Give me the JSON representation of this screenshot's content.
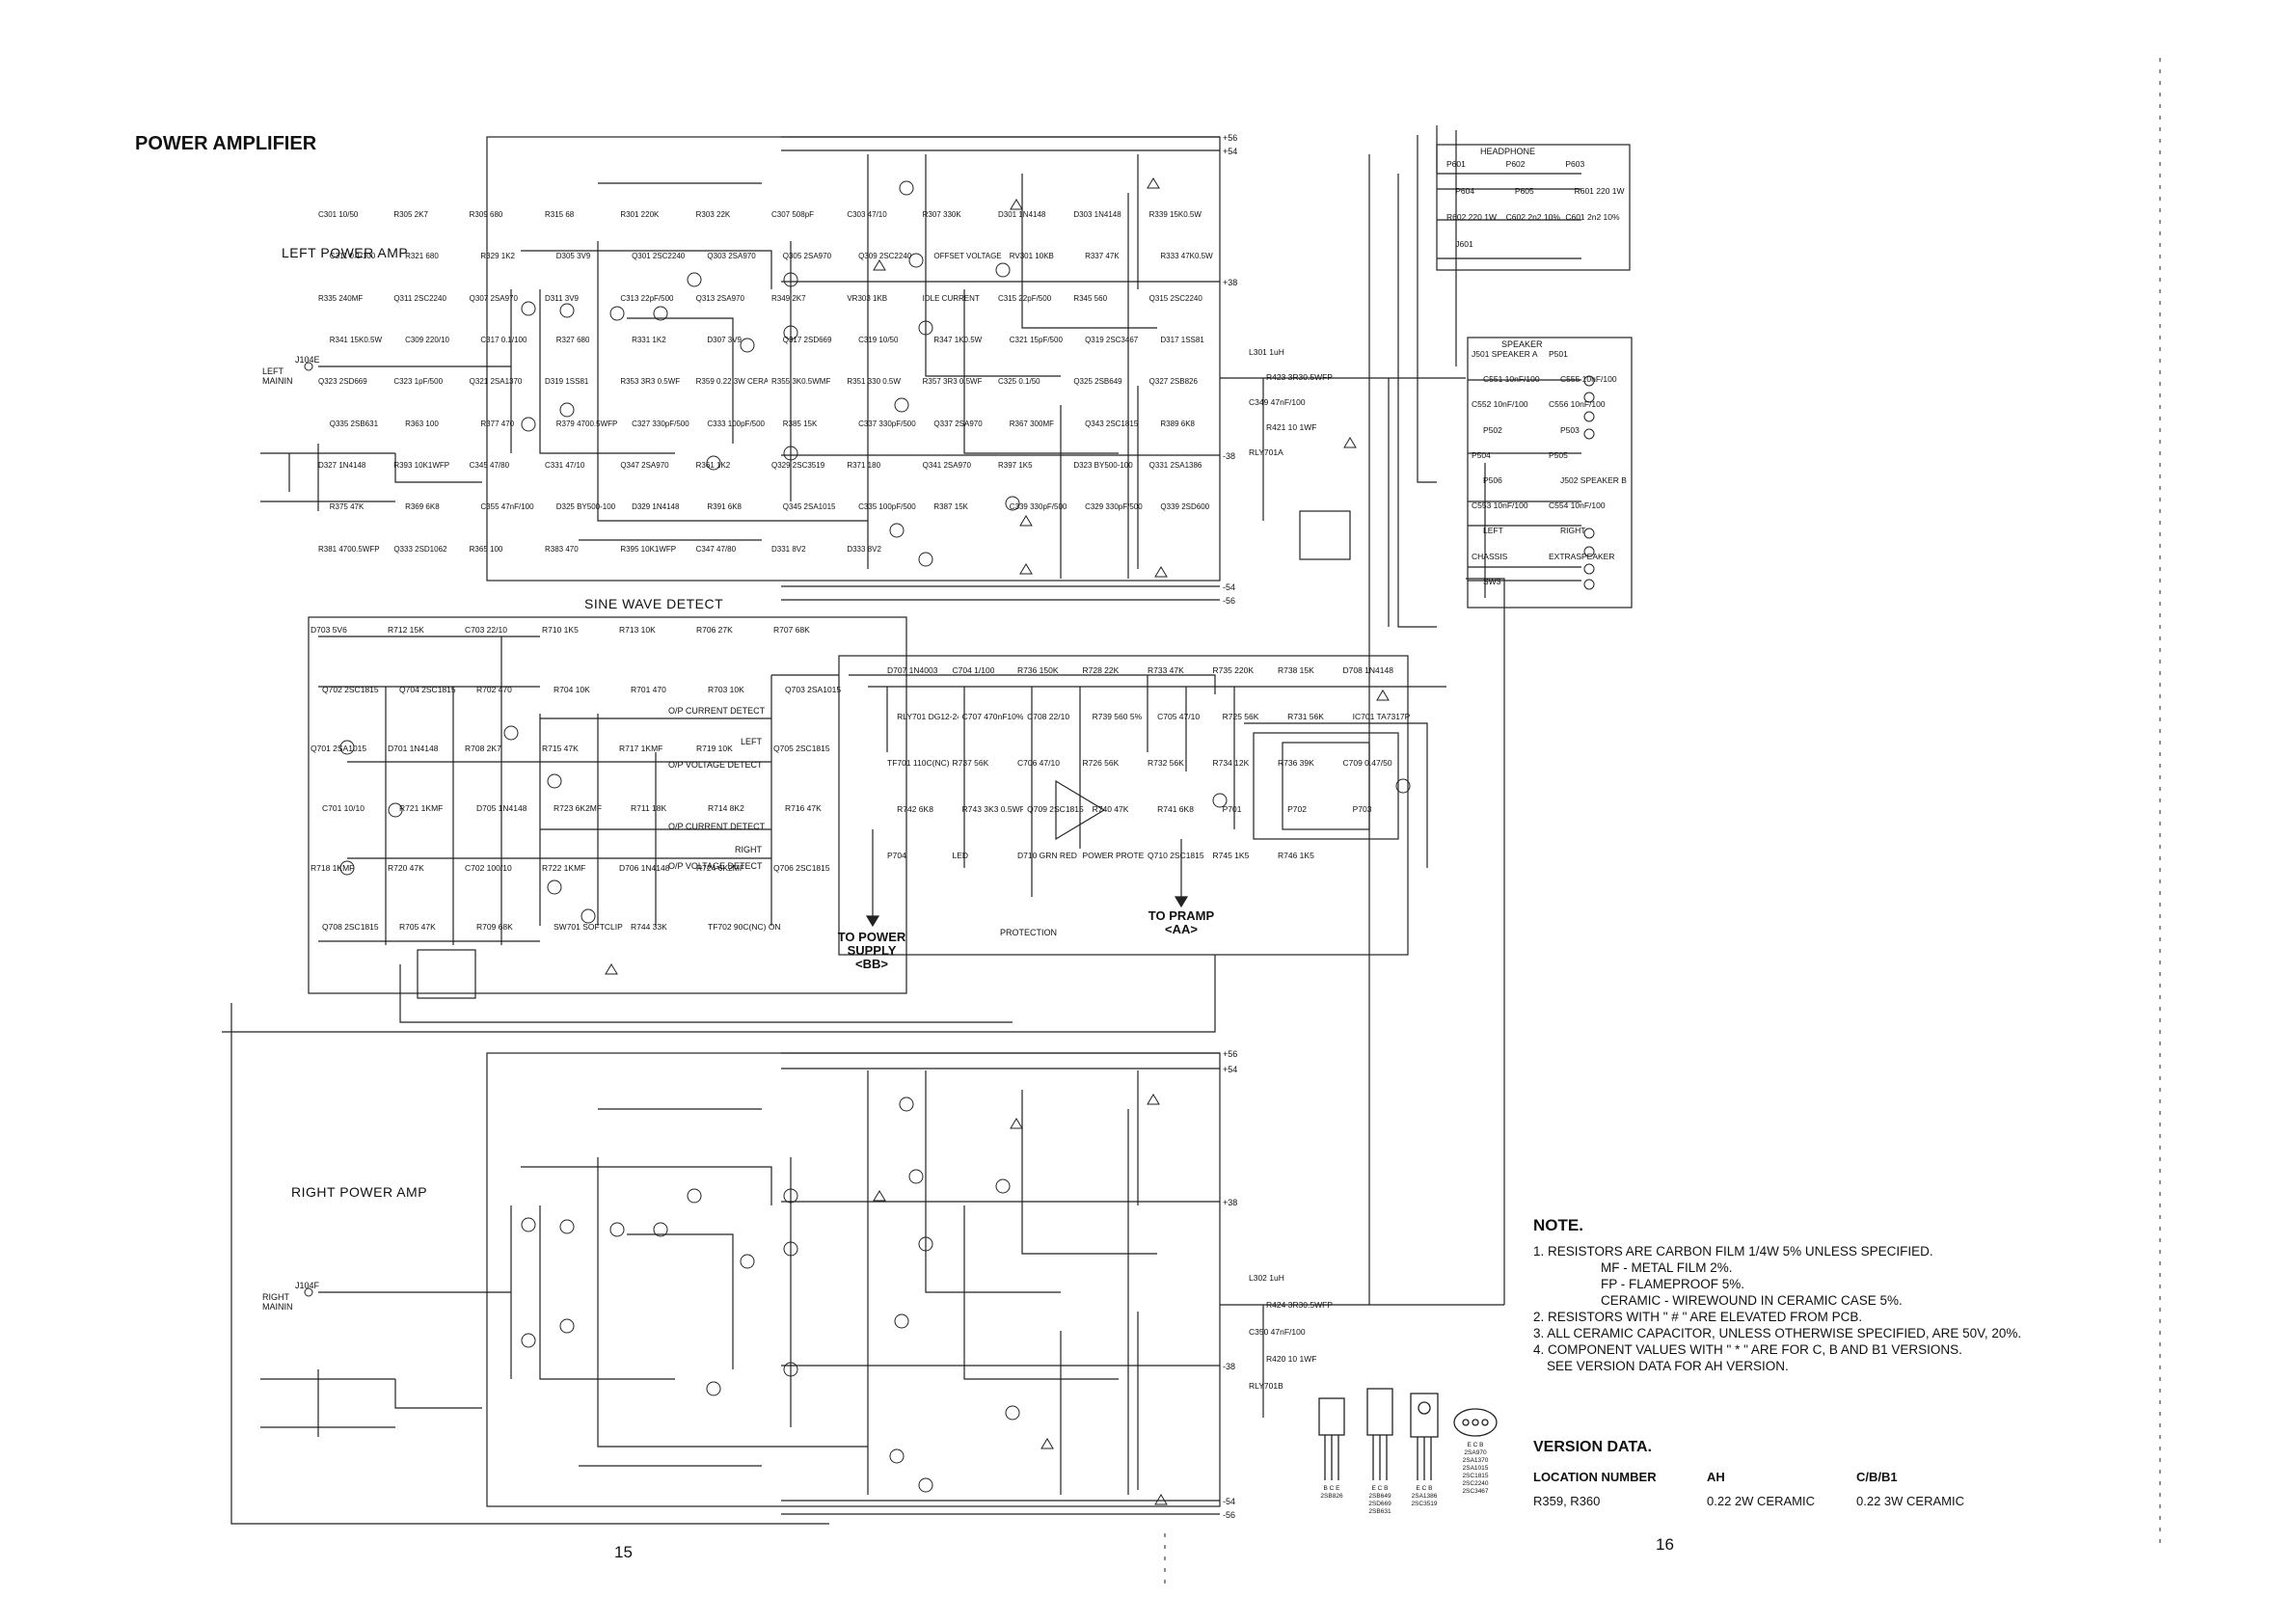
{
  "title": "POWER AMPLIFIER",
  "sections": {
    "left_amp": "LEFT POWER AMP",
    "sine_wave": "SINE WAVE DETECT",
    "right_amp": "RIGHT POWER AMP",
    "protection": "PROTECTION",
    "headphone": "HEADPHONE",
    "speaker": "SPEAKER"
  },
  "destinations": {
    "power_supply": "TO POWER SUPPLY <BB>",
    "preamp": "TO PRAMP <AA>"
  },
  "rails": [
    "+56",
    "+54",
    "+38",
    "-38",
    "-54",
    "-56"
  ],
  "inputs": {
    "left": "LEFT MAININ",
    "right": "RIGHT MAININ",
    "left_jack": "J104E",
    "right_jack": "J104F"
  },
  "components": {
    "left_amp": [
      "C301 10/50",
      "R305 2K7",
      "R309 680",
      "R315 68",
      "R301 220K",
      "R303 22K",
      "C307 508pF",
      "C303 47/10",
      "R307 330K",
      "D301 1N4148",
      "D303 1N4148",
      "R339 15K0.5W",
      "C311 0.1/100",
      "R321 680",
      "R329 1K2",
      "D305 3V9",
      "Q301 2SC2240",
      "Q303 2SA970",
      "Q305 2SA970",
      "Q309 2SC2240",
      "OFFSET VOLTAGE",
      "RV301 10KB",
      "R337 47K",
      "R333 47K0.5W",
      "R335 240MF",
      "Q311 2SC2240",
      "Q307 2SA970",
      "D311 3V9",
      "C313 22pF/500",
      "Q313 2SA970",
      "R349 2K7",
      "VR303 1KB",
      "IDLE CURRENT",
      "C315 22pF/500",
      "R345 560",
      "Q315 2SC2240",
      "R341 15K0.5W",
      "C309 220/10",
      "C317 0.1/100",
      "R327 680",
      "R331 1K2",
      "D307 3V9",
      "Q317 2SD669",
      "C319 10/50",
      "R347 1K0.5W",
      "C321 15pF/500",
      "Q319 2SC3467",
      "D317 1SS81",
      "Q323 2SD669",
      "C323 1pF/500",
      "Q321 2SA1370",
      "D319 1SS81",
      "R353 3R3 0.5WF",
      "R359 0.22 3W CERAMIC",
      "R355 3K0.5WMF",
      "R351 330 0.5W",
      "R357 3R3 0.5WF",
      "C325 0.1/50",
      "Q325 2SB649",
      "Q327 2SB826",
      "Q335 2SB631",
      "R363 100",
      "R377 470",
      "R379 4700.5WFP",
      "C327 330pF/500",
      "C333 100pF/500",
      "R385 15K",
      "C337 330pF/500",
      "Q337 2SA970",
      "R367 300MF",
      "Q343 2SC1815",
      "R389 6K8",
      "D327 1N4148",
      "R393 10K1WFP",
      "C345 47/80",
      "C331 47/10",
      "Q347 2SA970",
      "R361 1K2",
      "Q329 2SC3519",
      "R371 180",
      "Q341 2SA970",
      "R397 1K5",
      "D323 BY500-100",
      "Q331 2SA1386",
      "R375 47K",
      "R369 6K8",
      "C355 47nF/100",
      "D325 BY500-100",
      "D329 1N4148",
      "R391 6K8",
      "Q345 2SA1015",
      "C335 100pF/500",
      "R387 15K",
      "C339 330pF/500",
      "C329 330pF/500",
      "Q339 2SD600",
      "R381 4700.5WFP",
      "Q333 2SD1062",
      "R365 100",
      "R383 470",
      "R395 10K1WFP",
      "C347 47/80",
      "D331 8V2",
      "D333 8V2"
    ],
    "output_left": [
      "L301 1uH",
      "R423 3R30.5WFP",
      "C349 47nF/100",
      "R421 10 1WF",
      "RLY701A"
    ],
    "sine_wave": [
      "D703 5V6",
      "R712 15K",
      "C703 22/10",
      "R710 1K5",
      "R713 10K",
      "R706 27K",
      "R707 68K",
      "Q702 2SC1815",
      "Q704 2SC1815",
      "R702 470",
      "R704 10K",
      "R701 470",
      "R703 10K",
      "Q703 2SA1015",
      "Q701 2SA1015",
      "D701 1N4148",
      "R708 2K7",
      "R715 47K",
      "R717 1KMF",
      "R719 10K",
      "Q705 2SC1815",
      "C701 10/10",
      "R721 1KMF",
      "D705 1N4148",
      "R723 6K2MF",
      "R711 18K",
      "R714 8K2",
      "R716 47K",
      "R718 1KMF",
      "R720 47K",
      "C702 100/10",
      "R722 1KMF",
      "D706 1N4148",
      "R724 6K2MF",
      "Q706 2SC1815",
      "Q708 2SC1815",
      "R705 47K",
      "R709 68K",
      "SW701 SOFTCLIP",
      "R744 33K",
      "TF702 90C(NC) ON HEATSINK"
    ],
    "protection": [
      "D707 1N4003",
      "C704 1/100",
      "R736 150K",
      "R728 22K",
      "R733 47K",
      "R735 220K",
      "R738 15K",
      "D708 1N4148",
      "RLY701 DG12-24M",
      "C707 470nF10%",
      "C708 22/10",
      "R739 560 5%",
      "C705 47/10",
      "R725 56K",
      "R731 56K",
      "IC701 TA7317P",
      "TF701 110C(NC) ON HEATSINK",
      "R737 56K",
      "C706 47/10",
      "R726 56K",
      "R732 56K",
      "R734 12K",
      "R736 39K",
      "C709 0.47/50",
      "R742 6K8",
      "R743 3K3 0.5WFP",
      "Q709 2SC1815",
      "R740 47K",
      "R741 6K8",
      "P701",
      "P702",
      "P703",
      "P704",
      "LED",
      "D710 GRN RED",
      "POWER PROTECT",
      "Q710 2SC1815",
      "R745 1K5",
      "R746 1K5"
    ],
    "headphone": [
      "P601",
      "P602",
      "P603",
      "P604",
      "P605",
      "R601 220 1W",
      "R602 220 1W",
      "C602 2n2 10%",
      "C601 2n2 10%",
      "J601"
    ],
    "speaker": [
      "J501 SPEAKER A",
      "P501",
      "C551 10nF/100",
      "C555 10nF/100",
      "C552 10nF/100",
      "C556 10nF/100",
      "P502",
      "P503",
      "P504",
      "P505",
      "P506",
      "J502 SPEAKER B",
      "C553 10nF/100",
      "C554 10nF/100",
      "LEFT",
      "RIGHT",
      "CHASSIS",
      "EXTRASPEAKER",
      "SW3"
    ],
    "output_right": [
      "L302 1uH",
      "R424 3R30.5WFP",
      "C350 47nF/100",
      "R420 10 1WF",
      "RLY701B"
    ]
  },
  "protection_signals": [
    "O/P CURRENT DETECT",
    "LEFT",
    "O/P VOLTAGE DETECT",
    "O/P CURRENT DETECT",
    "RIGHT",
    "O/P VOLTAGE DETECT"
  ],
  "note": {
    "heading": "NOTE.",
    "lines": [
      "1. RESISTORS ARE CARBON FILM 1/4W 5% UNLESS SPECIFIED.",
      "MF - METAL FILM 2%.",
      "FP - FLAMEPROOF 5%.",
      "CERAMIC - WIREWOUND IN CERAMIC CASE 5%.",
      "2. RESISTORS WITH \" # \" ARE ELEVATED FROM PCB.",
      "3. ALL CERAMIC CAPACITOR, UNLESS OTHERWISE SPECIFIED, ARE 50V, 20%.",
      "4. COMPONENT VALUES WITH \" * \" ARE FOR C, B AND B1 VERSIONS.",
      "SEE VERSION DATA FOR AH VERSION."
    ]
  },
  "version": {
    "heading": "VERSION DATA.",
    "cols": [
      "LOCATION NUMBER",
      "AH",
      "C/B/B1"
    ],
    "rows": [
      [
        "R359, R360",
        "0.22 2W CERAMIC",
        "0.22 3W CERAMIC"
      ]
    ]
  },
  "packages": [
    {
      "pins": "B C E",
      "parts": "2SB826"
    },
    {
      "pins": "E C B",
      "parts": "2SB649 2SD669 2SB631"
    },
    {
      "pins": "E C B",
      "parts": "2SA1386 2SC3519"
    },
    {
      "pins": "E C B",
      "parts": "2SA970 2SA1370 2SA1015 2SC1815 2SC2240 2SC3467"
    }
  ],
  "pages": [
    "15",
    "16"
  ]
}
